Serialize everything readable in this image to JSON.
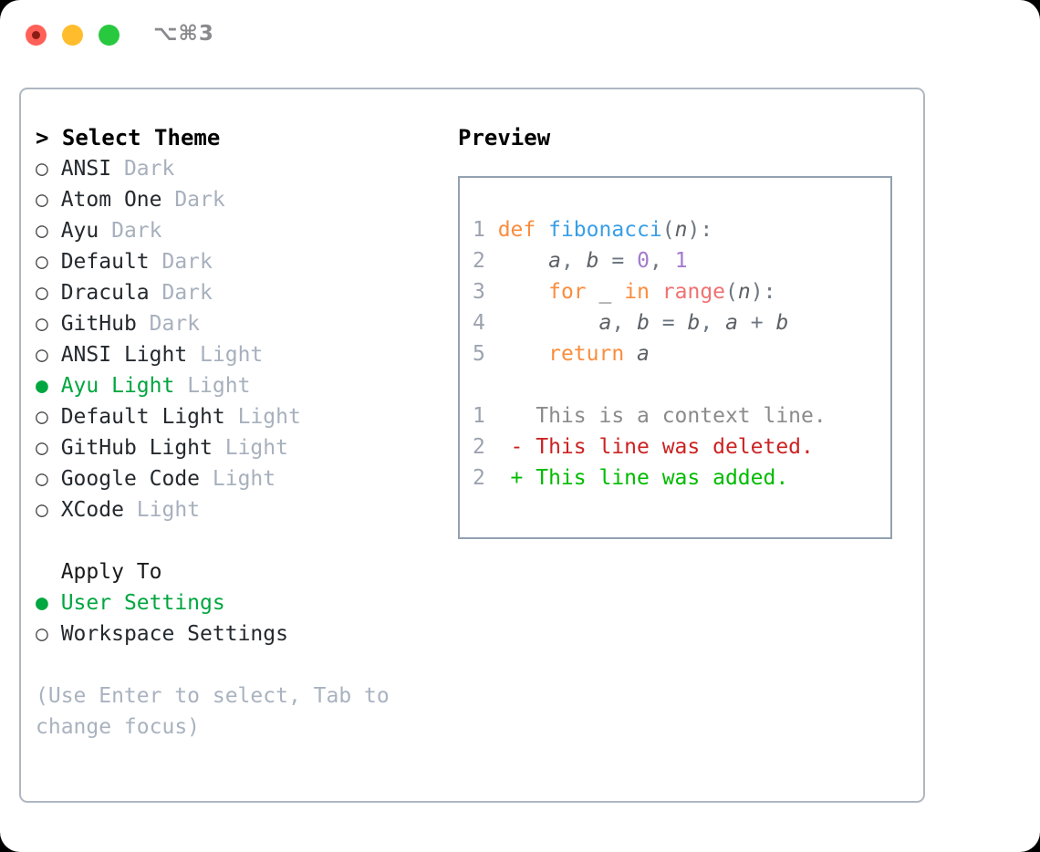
{
  "window": {
    "shortcut": "⌥⌘3",
    "traffic_lights": [
      "close",
      "minimize",
      "maximize"
    ],
    "colors": {
      "close": "#FF6058",
      "minimize": "#FFBD2E",
      "maximize": "#28C93F",
      "accent_green": "#00A63F",
      "panel_border": "#AEB7C2",
      "preview_border": "#93A1B0",
      "muted": "#A7B0BD"
    }
  },
  "theme_picker": {
    "header": "> Select Theme",
    "items": [
      {
        "marker": "○",
        "name": "ANSI",
        "variant": "Dark",
        "selected": false
      },
      {
        "marker": "○",
        "name": "Atom One",
        "variant": "Dark",
        "selected": false
      },
      {
        "marker": "○",
        "name": "Ayu",
        "variant": "Dark",
        "selected": false
      },
      {
        "marker": "○",
        "name": "Default",
        "variant": "Dark",
        "selected": false
      },
      {
        "marker": "○",
        "name": "Dracula",
        "variant": "Dark",
        "selected": false
      },
      {
        "marker": "○",
        "name": "GitHub",
        "variant": "Dark",
        "selected": false
      },
      {
        "marker": "○",
        "name": "ANSI Light",
        "variant": "Light",
        "selected": false
      },
      {
        "marker": "●",
        "name": "Ayu Light",
        "variant": "Light",
        "selected": true
      },
      {
        "marker": "○",
        "name": "Default Light",
        "variant": "Light",
        "selected": false
      },
      {
        "marker": "○",
        "name": "GitHub Light",
        "variant": "Light",
        "selected": false
      },
      {
        "marker": "○",
        "name": "Google Code",
        "variant": "Light",
        "selected": false
      },
      {
        "marker": "○",
        "name": "XCode",
        "variant": "Light",
        "selected": false
      }
    ]
  },
  "apply_to": {
    "header": "  Apply To",
    "items": [
      {
        "marker": "●",
        "name": "User Settings",
        "selected": true
      },
      {
        "marker": "○",
        "name": "Workspace Settings",
        "selected": false
      }
    ]
  },
  "hint": "(Use Enter to select, Tab to change focus)",
  "preview": {
    "title": "Preview",
    "code": {
      "lines": [
        {
          "n": "1",
          "text": "def fibonacci(n):"
        },
        {
          "n": "2",
          "text": "    a, b = 0, 1"
        },
        {
          "n": "3",
          "text": "    for _ in range(n):"
        },
        {
          "n": "4",
          "text": "        a, b = b, a + b"
        },
        {
          "n": "5",
          "text": "    return a"
        }
      ],
      "tokens": {
        "keywords": [
          "def",
          "for",
          "in",
          "return"
        ],
        "function": "fibonacci",
        "builtin": "range",
        "numbers": [
          "0",
          "1"
        ],
        "variables": [
          "a",
          "b",
          "n",
          "_"
        ]
      },
      "colors": {
        "keyword": "#FA8D3E",
        "function": "#399EE6",
        "builtin": "#F07171",
        "number": "#A37ACC",
        "variable": "#5C6166",
        "punctuation": "#6E7781",
        "linenumber": "#9CA3AF"
      }
    },
    "diff": {
      "lines": [
        {
          "n": "1",
          "sign": " ",
          "text": "This is a context line.",
          "kind": "context"
        },
        {
          "n": "2",
          "sign": "-",
          "text": "This line was deleted.",
          "kind": "deleted"
        },
        {
          "n": "2",
          "sign": "+",
          "text": "This line was added.",
          "kind": "added"
        }
      ],
      "colors": {
        "context": "#8B8B8B",
        "deleted": "#CC2222",
        "added": "#00BB00"
      }
    }
  }
}
